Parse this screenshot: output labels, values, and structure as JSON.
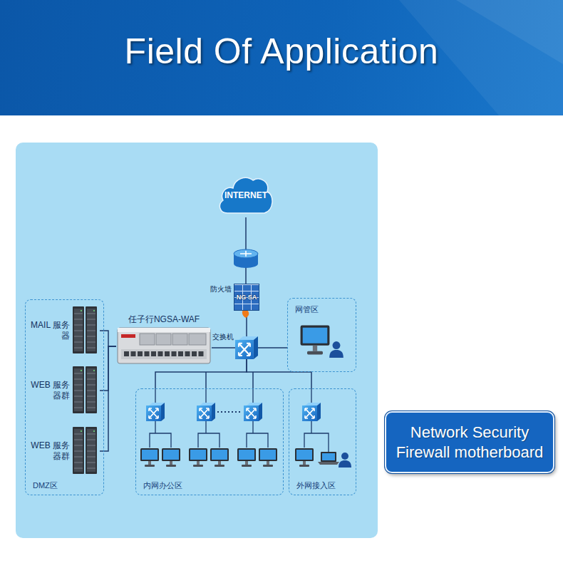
{
  "diagram": {
    "title": "Field Of Application",
    "nodes": [
      {
        "text": [
          "INTERNET"
        ]
      },
      {
        "text": [
          "防火墙",
          "NG SA"
        ]
      },
      {
        "text": [
          "任子行NGSA-WAF"
        ]
      },
      {
        "text": [
          "交换机"
        ]
      },
      {
        "text": [
          "DMZ区"
        ]
      },
      {
        "text": [
          "MAIL 服务器"
        ],
        "in": 4
      },
      {
        "text": [
          "WEB 服务器群"
        ],
        "in": 4
      },
      {
        "text": [
          "WEB 服务器群"
        ],
        "in": 4
      },
      {
        "text": [
          "网管区"
        ]
      },
      {
        "text": [
          "内网办公区"
        ]
      },
      {
        "text": [
          "外网接入区"
        ]
      },
      {
        "text": [
          "Network Security Firewall motherboard"
        ]
      }
    ],
    "edges": [
      {
        "from": 0,
        "to": 1,
        "arrow": "none"
      },
      {
        "from": 1,
        "to": 3,
        "arrow": "none"
      },
      {
        "from": 3,
        "to": 2,
        "arrow": "none"
      },
      {
        "from": 2,
        "to": 5,
        "arrow": "none"
      },
      {
        "from": 2,
        "to": 6,
        "arrow": "none"
      },
      {
        "from": 2,
        "to": 7,
        "arrow": "none"
      },
      {
        "from": 3,
        "to": 8,
        "arrow": "none"
      },
      {
        "from": 3,
        "to": 9,
        "arrow": "none"
      },
      {
        "from": 3,
        "to": 10,
        "arrow": "none"
      }
    ]
  }
}
